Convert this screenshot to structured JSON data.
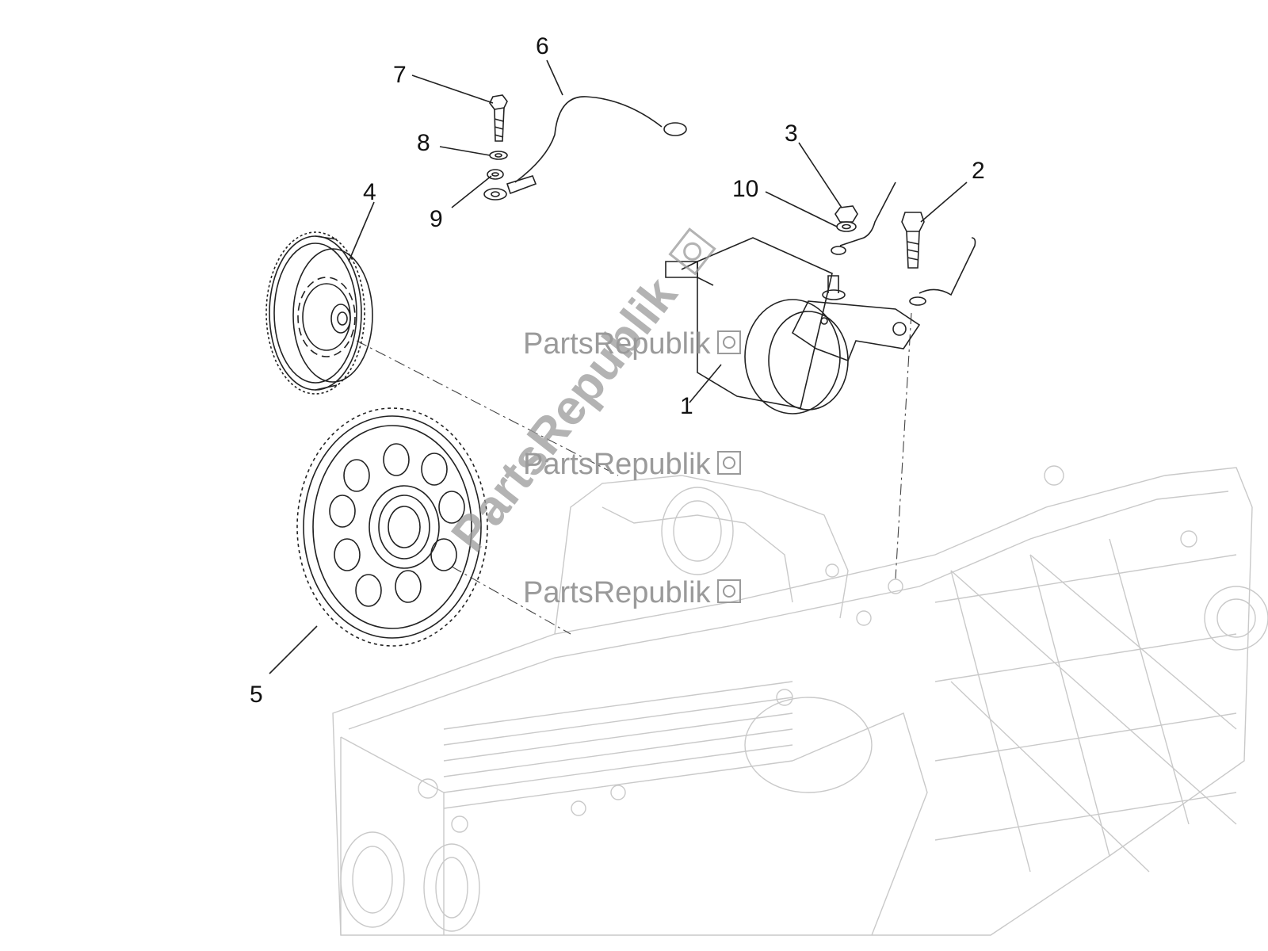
{
  "callouts": [
    {
      "num": "1"
    },
    {
      "num": "2"
    },
    {
      "num": "3"
    },
    {
      "num": "4"
    },
    {
      "num": "5"
    },
    {
      "num": "6"
    },
    {
      "num": "7"
    },
    {
      "num": "8"
    },
    {
      "num": "9"
    },
    {
      "num": "10"
    }
  ],
  "watermarks": [
    "PartsRepublik",
    "PartsRepublik",
    "PartsRepublik",
    "PartsRepublik"
  ],
  "colors": {
    "line": "#222222",
    "ghost_engine": "#c9c9c9",
    "watermark": "#9a9a9a"
  },
  "icons": [
    "gear-icon"
  ]
}
